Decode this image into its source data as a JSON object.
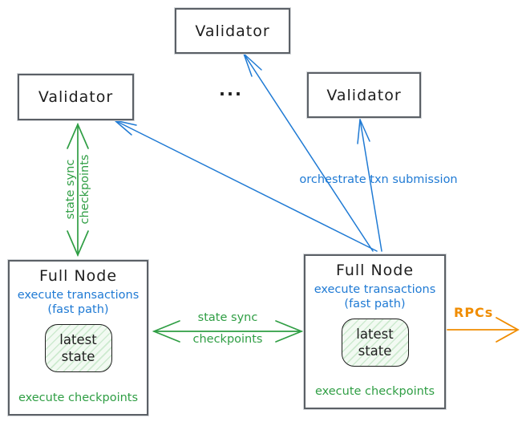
{
  "diagram": {
    "title_hint": "validator / full-node state sync topology",
    "validators": {
      "top": {
        "label": "Validator"
      },
      "left": {
        "label": "Validator"
      },
      "right": {
        "label": "Validator"
      },
      "ellipsis": "..."
    },
    "full_node_left": {
      "title": "Full Node",
      "exec_line1": "execute transactions",
      "exec_line2": "(fast path)",
      "state_label": "latest state",
      "footer": "execute checkpoints"
    },
    "full_node_right": {
      "title": "Full Node",
      "exec_line1": "execute transactions",
      "exec_line2": "(fast path)",
      "state_label": "latest state",
      "footer": "execute checkpoints"
    },
    "edges": {
      "vertical_state_sync": {
        "line1": "state sync",
        "line2": "checkpoints",
        "color": "#2f9e44",
        "style": "double-headed vertical arrow"
      },
      "horizontal_state_sync": {
        "line1": "state sync",
        "line2": "checkpoints",
        "color": "#2f9e44",
        "style": "double-headed horizontal arrow"
      },
      "orchestrate": {
        "label": "orchestrate txn submission",
        "color": "#1f7ad4",
        "style": "three arrows from right full node to validators"
      },
      "rpcs": {
        "label": "RPCs",
        "color": "#f08c00",
        "style": "arrow pointing right out of right full node"
      }
    },
    "colors": {
      "green": "#2f9e44",
      "blue": "#1f7ad4",
      "orange": "#f08c00",
      "box_border": "#5b6066",
      "state_fill": "#f2faf2",
      "state_hatch": "#cdeacf",
      "text": "#1e1e1e"
    }
  }
}
